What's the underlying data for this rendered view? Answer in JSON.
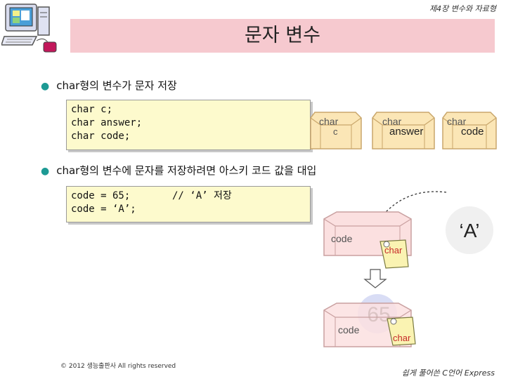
{
  "header": {
    "chapter_note": "제4장 변수와 자료형"
  },
  "slide": {
    "title": "문자 변수"
  },
  "bullets": [
    {
      "text": "char형의 변수가 문자 저장"
    },
    {
      "text": "char형의 변수에 문자를 저장하려면 아스키 코드 값을 대입"
    }
  ],
  "code1": {
    "lines": [
      "char c;",
      "char answer;",
      "char code;"
    ]
  },
  "code2": {
    "lines": [
      "code = 65;",
      "code = ‘A’;"
    ],
    "comment": "// ‘A’ 저장"
  },
  "boxes": [
    {
      "type": "char",
      "name": "c"
    },
    {
      "type": "char",
      "name": "answer"
    },
    {
      "type": "char",
      "name": "code"
    }
  ],
  "diagram": {
    "box_label": "code",
    "tag_label": "char",
    "char_value": "‘A’",
    "stored_value": "65"
  },
  "footer": {
    "copyright": "© 2012 생능출판사  All rights reserved",
    "book": "쉽게 풀어쓴 C언어 Express"
  }
}
